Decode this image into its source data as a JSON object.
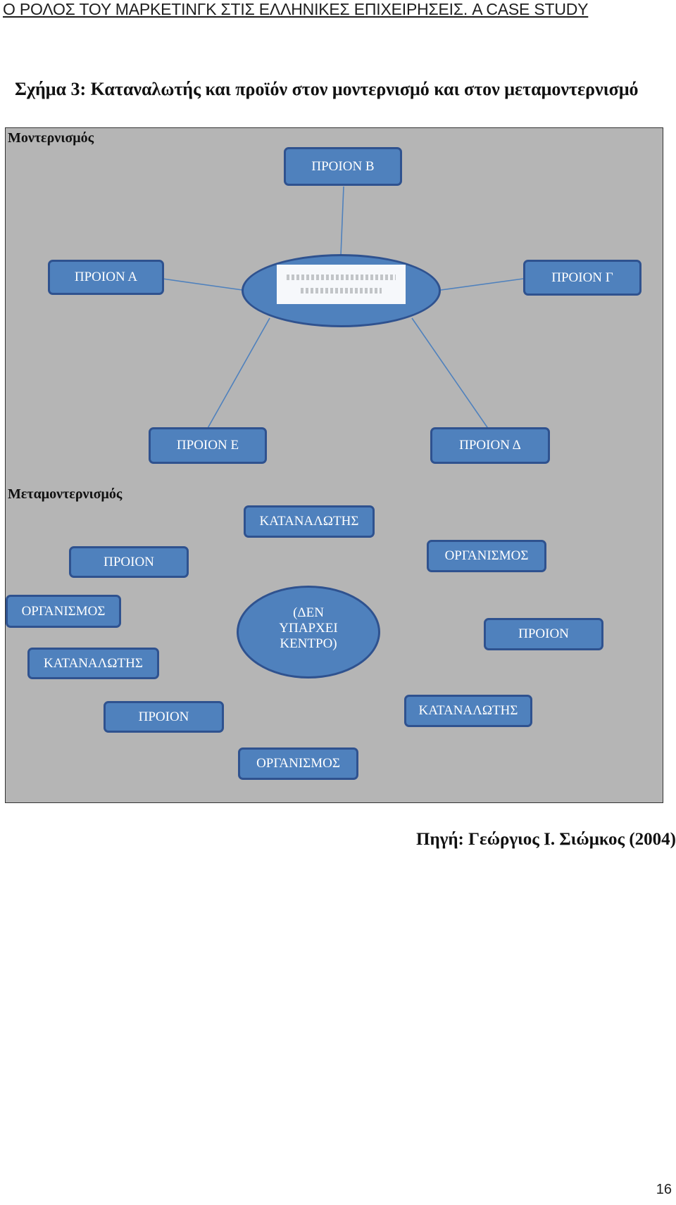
{
  "header": {
    "text": "Ο ΡΟΛΟΣ ΤΟΥ ΜΑΡΚΕΤΙΝΓΚ ΣΤΙΣ ΕΛΛΗΝΙΚΕΣ ΕΠΙΧΕΙΡΗΣΕΙΣ. A CASE STUDY"
  },
  "figure": {
    "title": "Σχήμα 3: Καταναλωτής και προϊόν στον μοντερνισμό και στον μεταμοντερνισμό",
    "modernism": {
      "label": "Μοντερνισμός",
      "products": {
        "a": "ΠΡΟΙΟΝ Α",
        "b": "ΠΡΟΙΟΝ Β",
        "g": "ΠΡΟΙΟΝ Γ",
        "d": "ΠΡΟΙΟΝ Δ",
        "e": "ΠΡΟΙΟΝ Ε"
      }
    },
    "postmodernism": {
      "label": "Μεταμοντερνισμός",
      "center": {
        "line1": "(ΔΕΝ",
        "line2": "ΥΠΑΡΧΕΙ",
        "line3": "ΚΕΝΤΡΟ)"
      },
      "nodes": {
        "consumer_top": "ΚΑΤΑΝΑΛΩΤΗΣ",
        "product_left": "ΠΡΟΙΟΝ",
        "organism_right": "ΟΡΓΑΝΙΣΜΟΣ",
        "organism_left": "ΟΡΓΑΝΙΣΜΟΣ",
        "product_right": "ΠΡΟΙΟΝ",
        "consumer_left": "ΚΑΤΑΝΑΛΩΤΗΣ",
        "product_bottom": "ΠΡΟΙΟΝ",
        "consumer_right": "ΚΑΤΑΝΑΛΩΤΗΣ",
        "organism_bottom": "ΟΡΓΑΝΙΣΜΟΣ"
      }
    },
    "colors": {
      "panel": "#b5b5b5",
      "node_fill": "#4f81bd",
      "node_border": "#2f528f"
    }
  },
  "source": "Πηγή: Γεώργιος Ι. Σιώμκος (2004)",
  "page_number": "16"
}
